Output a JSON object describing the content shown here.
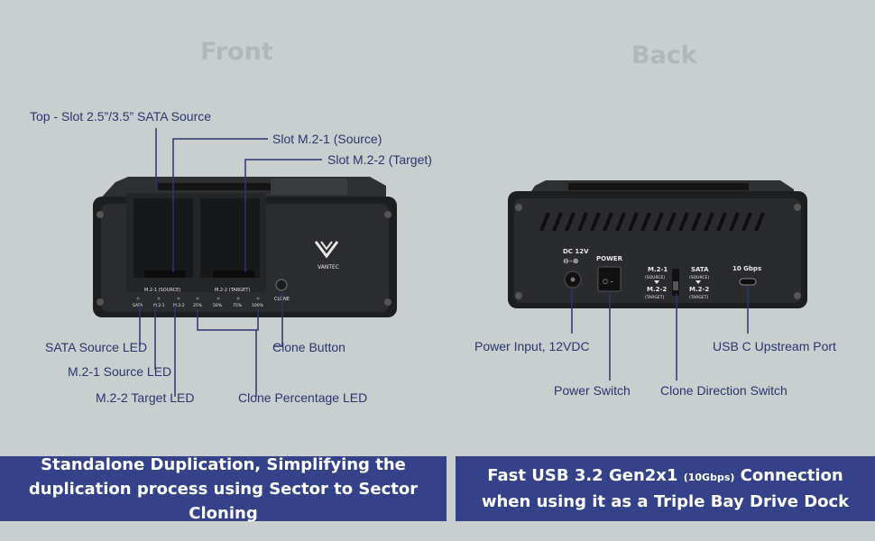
{
  "headings": {
    "front": "Front",
    "back": "Back"
  },
  "front_unit": {
    "logo": "VANTEC",
    "slot_labels": [
      "M.2-1 (SOURCE)",
      "M.2-2 (TARGET)"
    ],
    "led_labels": [
      "SATA",
      "M.2-1",
      "M.2-2",
      "25%",
      "50%",
      "75%",
      "100%"
    ],
    "clone_button_label": "CLONE"
  },
  "back_unit": {
    "dc_label": "DC 12V",
    "power_label": "POWER",
    "switch_left_top": "M.2-1",
    "switch_left_top_sub": "(SOURCE)",
    "switch_left_bottom": "M.2-2",
    "switch_left_bottom_sub": "(TARGET)",
    "switch_right_top": "SATA",
    "switch_right_top_sub": "(SOURCE)",
    "switch_right_bottom": "M.2-2",
    "switch_right_bottom_sub": "(TARGET)",
    "usb_label": "10 Gbps"
  },
  "callouts": {
    "top_slot": "Top - Slot 2.5”/3.5” SATA Source",
    "slot_m21": "Slot M.2-1 (Source)",
    "slot_m22": "Slot M.2-2 (Target)",
    "sata_led": "SATA Source LED",
    "m21_led": "M.2-1 Source LED",
    "m22_led": "M.2-2 Target LED",
    "clone_button": "Clone Button",
    "clone_percentage": "Clone Percentage LED",
    "power_input": "Power Input, 12VDC",
    "power_switch": "Power Switch",
    "clone_direction": "Clone Direction Switch",
    "usb_port": "USB C Upstream Port"
  },
  "banners": {
    "left_line1": "Standalone Duplication, Simplifying the",
    "left_line2": "duplication process using Sector to Sector Cloning",
    "right_line1_a": "Fast USB 3.2 Gen2x1 ",
    "right_line1_small": "(10Gbps)",
    "right_line1_b": " Connection",
    "right_line2": "when using it as a Triple Bay Drive Dock"
  },
  "colors": {
    "callout": "#2a356e",
    "banner": "#35428a",
    "background": "#c9cfcf"
  }
}
